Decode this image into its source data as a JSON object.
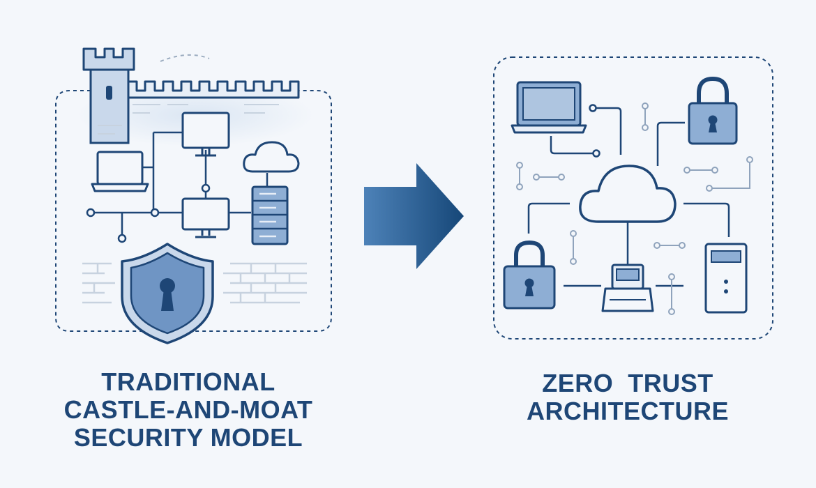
{
  "captions": {
    "traditional": [
      "TRADITIONAL",
      "CASTLE-AND-MOAT",
      "SECURITY MODEL"
    ],
    "zero_trust": [
      "ZERO  TRUST",
      "ARCHITECTURE"
    ]
  },
  "colors": {
    "line": "#1e4676",
    "fill": "#8eaed4",
    "fill_light": "#c9d8eb",
    "brick": "#c7d2df",
    "background": "#f4f7fb",
    "arrow_dark": "#164778",
    "arrow_light": "#4d82b8"
  },
  "icons": {
    "traditional": [
      "castle-tower-icon",
      "castle-wall-icon",
      "monitor-icon",
      "laptop-icon",
      "cloud-icon",
      "server-icon",
      "shield-lock-icon",
      "brick-wall-icon"
    ],
    "zero_trust": [
      "laptop-icon",
      "padlock-icon",
      "cloud-icon",
      "printer-icon",
      "desktop-tower-icon"
    ]
  }
}
